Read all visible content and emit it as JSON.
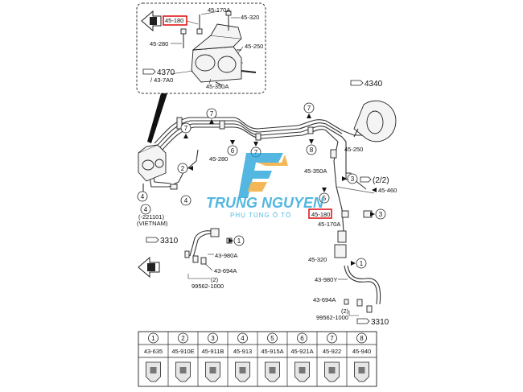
{
  "inset": {
    "labels": {
      "p45_170A": "45-170A",
      "p45_320": "45-320",
      "p45_180": "45-180",
      "p45_280": "45-280",
      "p45_250": "45-250",
      "ref_4370": "4370",
      "ref_43_7A0": "/ 43-7A0",
      "p45_350A": "45-350A"
    }
  },
  "main": {
    "labels": {
      "ref_4340": "4340",
      "p45_250": "45-250",
      "p45_350A": "45-350A",
      "p45_280": "45-280",
      "ref_2_2": "(2/2)",
      "p45_460": "45-460",
      "p45_180": "45-180",
      "p45_170A": "45-170A",
      "p43_980A": "43-980A",
      "p43_694A": "43-694A",
      "qty2": "(2)",
      "p99562_1000": "99562-1000",
      "p45_320": "45-320",
      "p43_980Y": "43-980Y",
      "p43_694A_r": "43-694A",
      "qty2_r": "(2)",
      "p99562_1000_r": "99562-1000",
      "ref_3310_l": "3310",
      "ref_3310_r": "3310",
      "note_221101": "(-221101)",
      "note_vietnam": "(VIETNAM)"
    }
  },
  "watermark": {
    "title": "TRUNG NGUYEN",
    "subtitle": "PHỤ TÙNG Ô TÔ",
    "colors": {
      "primary": "#1aa0d8",
      "accent": "#f0a020"
    }
  },
  "legend": {
    "items": [
      {
        "num": "1",
        "code": "43-635"
      },
      {
        "num": "2",
        "code": "45-910E"
      },
      {
        "num": "3",
        "code": "45-911B"
      },
      {
        "num": "4",
        "code": "45-913"
      },
      {
        "num": "5",
        "code": "45-915A"
      },
      {
        "num": "6",
        "code": "45-921A"
      },
      {
        "num": "7",
        "code": "45-922"
      },
      {
        "num": "8",
        "code": "45-940"
      }
    ]
  },
  "highlight_color": "#e01818"
}
